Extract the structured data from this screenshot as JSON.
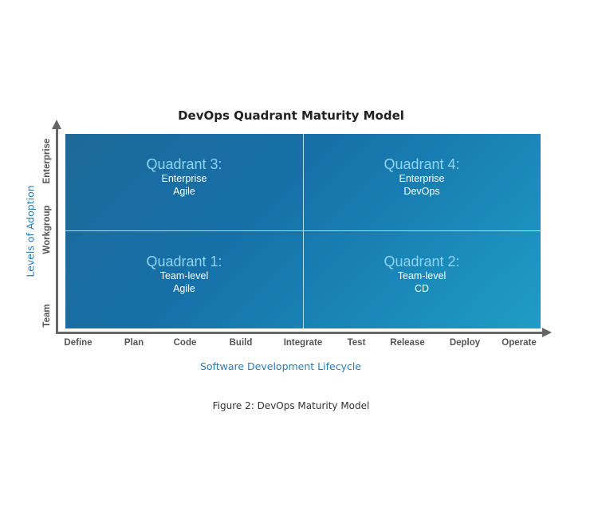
{
  "diagram": {
    "title": "DevOps Quadrant Maturity Model",
    "x_axis": {
      "label": "Software Development Lifecycle",
      "ticks": [
        "Define",
        "Plan",
        "Code",
        "Build",
        "Integrate",
        "Test",
        "Release",
        "Deploy",
        "Operate"
      ]
    },
    "y_axis": {
      "label": "Levels of Adoption",
      "ticks": [
        "Team",
        "Workgroup",
        "Enterprise"
      ]
    },
    "quadrants": [
      {
        "id": "q3",
        "title": "Quadrant 3:",
        "line1": "Enterprise",
        "line2": "Agile"
      },
      {
        "id": "q4",
        "title": "Quadrant 4:",
        "line1": "Enterprise",
        "line2": "DevOps"
      },
      {
        "id": "q1",
        "title": "Quadrant 1:",
        "line1": "Team-level",
        "line2": "Agile"
      },
      {
        "id": "q2",
        "title": "Quadrant 2:",
        "line1": "Team-level",
        "line2": "CD"
      }
    ],
    "caption": "Figure 2: DevOps Maturity Model",
    "colors": {
      "grid_dark": "#1d6a9a",
      "grid_light": "#1e9dc6",
      "quadrant_title": "#8fd4f0",
      "axis": "#666666",
      "axis_label": "#2a7cc0"
    }
  }
}
